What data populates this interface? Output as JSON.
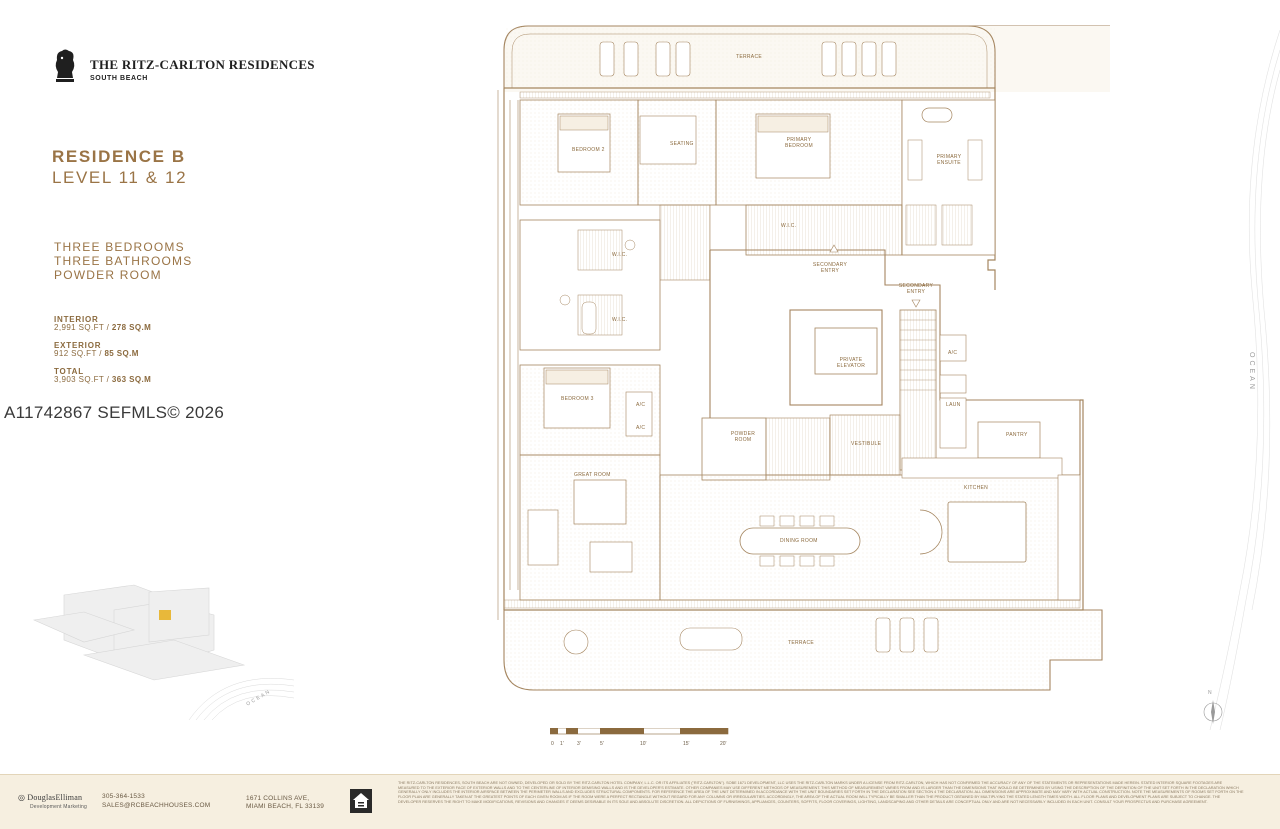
{
  "brand": {
    "name": "THE RITZ-CARLTON RESIDENCES",
    "location": "SOUTH BEACH"
  },
  "residence": {
    "title": "RESIDENCE B",
    "level": "LEVEL 11 & 12"
  },
  "features": [
    "THREE BEDROOMS",
    "THREE BATHROOMS",
    "POWDER ROOM"
  ],
  "areas": {
    "interior_label": "INTERIOR",
    "interior_value": "2,991 SQ.FT / ",
    "interior_metric": "278 SQ.M",
    "exterior_label": "EXTERIOR",
    "exterior_value": "912 SQ.FT / ",
    "exterior_metric": "85 SQ.M",
    "total_label": "TOTAL",
    "total_value": "3,903 SQ.FT / ",
    "total_metric": "363 SQ.M"
  },
  "watermark": "A11742867  SEFMLS© 2026",
  "plan": {
    "ocean_side": "OCEAN",
    "ocean_inset": "OCEAN",
    "rooms": {
      "terrace_top": "TERRACE",
      "bedroom2": "BEDROOM 2",
      "seating": "SEATING",
      "primary_bedroom": "PRIMARY BEDROOM",
      "primary_ensuite": "PRIMARY ENSUITE",
      "wic_primary": "W.I.C.",
      "wic_1": "W.I.C.",
      "wic_2": "W.I.C.",
      "secondary_entry_1": "SECONDARY ENTRY",
      "secondary_entry_2": "SECONDARY ENTRY",
      "private_elevator": "PRIVATE ELEVATOR",
      "bedroom3": "BEDROOM 3",
      "ac1": "A/C",
      "ac2": "A/C",
      "ac3": "A/C",
      "powder_room": "POWDER ROOM",
      "vestibule": "VESTIBULE",
      "laun": "LAUN",
      "pantry": "PANTRY",
      "great_room": "GREAT ROOM",
      "kitchen": "KITCHEN",
      "dining_room": "DINING ROOM",
      "terrace_bottom": "TERRACE"
    },
    "compass": "N",
    "scale_ticks": [
      "0",
      "1'",
      "3'",
      "5'",
      "10'",
      "15'",
      "20'"
    ]
  },
  "footer": {
    "agency": "DouglasElliman",
    "agency_sub": "Development Marketing",
    "phone": "305-364-1533",
    "email": "SALES@RCBEACHHOUSES.COM",
    "address1": "1671 COLLINS AVE,",
    "address2": "MIAMI BEACH, FL 33139",
    "disclaimer": "THE RITZ-CARLTON RESIDENCES, SOUTH BEACH ARE NOT OWNED, DEVELOPED OR SOLD BY THE RITZ-CARLTON HOTEL COMPANY, L.L.C. OR ITS AFFILIATES (\"RITZ-CARLTON\"). SOBE 1671 DEVELOPMENT, LLC USES THE RITZ-CARLTON MARKS UNDER A LICENSE FROM RITZ-CARLTON, WHICH HAS NOT CONFIRMED THE ACCURACY OF ANY OF THE STATEMENTS OR REPRESENTATIONS MADE HEREIN. STATED INTERIOR SQUARE FOOTAGES ARE MEASURED TO THE EXTERIOR FACE OF EXTERIOR WALLS AND TO THE CENTERLINE OF INTERIOR DEMISING WALLS AND IS THE DEVELOPER'S ESTIMATE. OTHER COMPANIES MAY USE DIFFERENT METHODS OF MEASUREMENT. THIS METHOD OF MEASUREMENT VARIES FROM AND IS LARGER THAN THE DIMENSIONS THAT WOULD BE DETERMINED BY USING THE DESCRIPTION OF THE DEFINITION OF THE UNIT SET FORTH IN THE DECLARATION WHICH GENERALLY ONLY INCLUDES THE INTERIOR AIRSPACE BETWEEN THE PERIMETER WALLS AND EXCLUDES STRUCTURAL COMPONENTS. FOR REFERENCE THE AREA OF THE UNIT DETERMINED IN ACCORDANCE WITH THE UNIT BOUNDARIES SET FORTH IN THE DECLARATION SEE SECTION 4 THE DECLARATION. ALL DIMENSIONS ARE APPROXIMATE AND MAY VARY WITH ACTUAL CONSTRUCTION. NOTE THE MEASUREMENTS OF ROOMS SET FORTH ON THE FLOOR PLAN ARE GENERALLY TAKEN AT THE GREATEST POINTS OF EACH GIVEN ROOM AS IF THE ROOM WERE A PERFECT RECTANGLE WITHOUT REGARD FOR ANY COLUMNS OR IRREGULARITIES. ACCORDINGLY, THE AREA OF THE ACTUAL ROOM WILL TYPICALLY BE SMALLER THAN THE PRODUCT OBTAINED BY MULTIPLYING THE STATED LENGTH TIMES WIDTH. ALL FLOOR PLANS AND DEVELOPMENT PLANS ARE SUBJECT TO CHANGE. THE DEVELOPER RESERVES THE RIGHT TO MAKE MODIFICATIONS, REVISIONS AND CHANGES IT DEEMS DESIRABLE IN ITS SOLE AND ABSOLUTE DISCRETION. ALL DEPICTIONS OF FURNISHINGS, APPLIANCES, COUNTERS, SOFFITS, FLOOR COVERINGS, LIGHTING, LANDSCAPING AND OTHER DETAILS ARE CONCEPTUAL ONLY AND ARE NOT NECESSARILY INCLUDED IN EACH UNIT. CONSULT YOUR PROSPECTUS AND PURCHASE AGREEMENT."
  }
}
